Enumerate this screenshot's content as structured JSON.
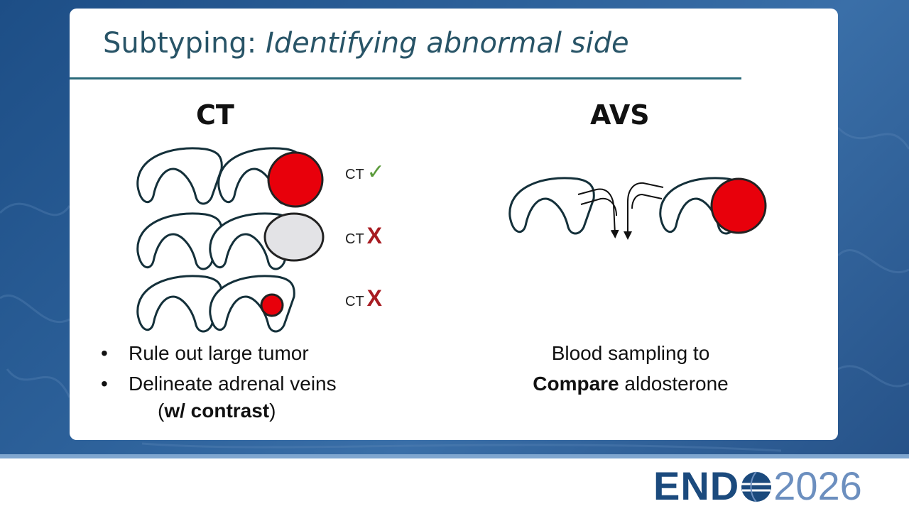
{
  "slide": {
    "title_plain": "Subtyping: ",
    "title_italic": "Identifying abnormal side"
  },
  "ct": {
    "heading": "CT",
    "rows": [
      {
        "label": "CT",
        "mark": "✓",
        "mark_meaning": "check-mark",
        "lesion": "large red tumor"
      },
      {
        "label": "CT",
        "mark": "X",
        "mark_meaning": "x-mark",
        "lesion": "large gray mass"
      },
      {
        "label": "CT",
        "mark": "X",
        "mark_meaning": "x-mark",
        "lesion": "small red tumor"
      }
    ],
    "bullets": [
      "Rule out large tumor",
      "Delineate adrenal veins"
    ],
    "contrast_open": "(",
    "contrast_bold": "w/ contrast",
    "contrast_close": ")"
  },
  "avs": {
    "heading": "AVS",
    "caption_line1": "Blood sampling to",
    "caption_bold": "Compare",
    "caption_rest": " aldosterone"
  },
  "footer": {
    "logo_text": "END",
    "logo_year": "2026"
  },
  "colors": {
    "title": "#285467",
    "tumor_red": "#e8000b",
    "gray_mass": "#e3e3e6",
    "check_green": "#5a9a3a",
    "x_red": "#a81c22",
    "logo_blue": "#1b4a7d",
    "logo_light_blue": "#6c8fbf"
  }
}
